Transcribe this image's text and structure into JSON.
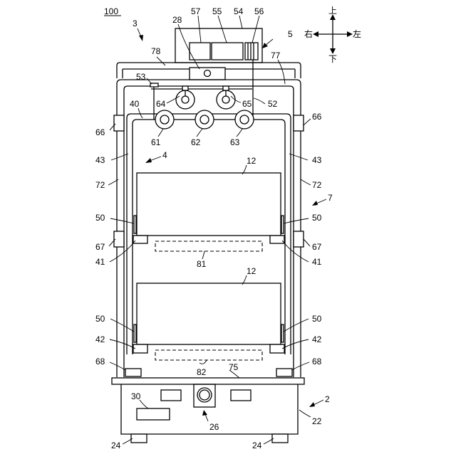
{
  "figure": {
    "reference": "100",
    "direction": {
      "up": "上",
      "down": "下",
      "right": "右",
      "left": "左"
    }
  },
  "labels": {
    "l3": "3",
    "l5": "5",
    "l28": "28",
    "l57": "57",
    "l55": "55",
    "l54": "54",
    "l56": "56",
    "l78": "78",
    "l77": "77",
    "l53": "53",
    "l64": "64",
    "l65": "65",
    "l52": "52",
    "l40": "40",
    "l66_left": "66",
    "l66_right": "66",
    "l61": "61",
    "l62": "62",
    "l63": "63",
    "l4": "4",
    "l43_left": "43",
    "l43_right": "43",
    "l12_top": "12",
    "l72_left": "72",
    "l72_right": "72",
    "l7": "7",
    "l50_a_left": "50",
    "l50_a_right": "50",
    "l67_left": "67",
    "l67_right": "67",
    "l41_left": "41",
    "l41_right": "41",
    "l81": "81",
    "l12_bottom": "12",
    "l50_b_left": "50",
    "l50_b_right": "50",
    "l42_left": "42",
    "l42_right": "42",
    "l68_left": "68",
    "l68_right": "68",
    "l82": "82",
    "l75": "75",
    "l30": "30",
    "l2": "2",
    "l22": "22",
    "l26": "26",
    "l24_left": "24",
    "l24_right": "24"
  }
}
